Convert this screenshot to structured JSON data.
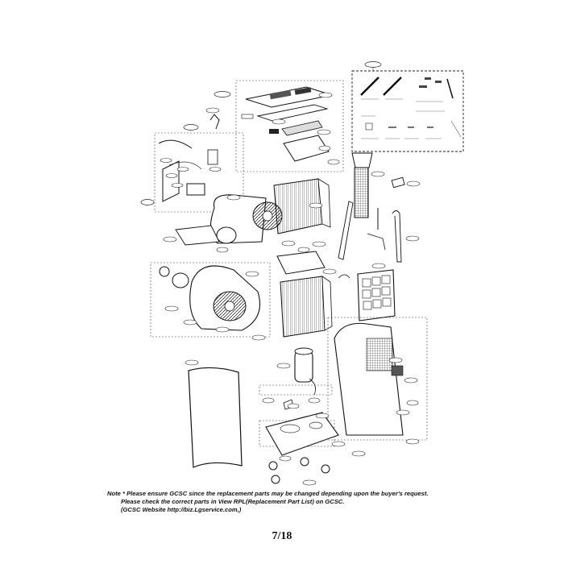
{
  "note": {
    "prefix": "Note",
    "line1": "* Please ensure GCSC since the replacement parts may be changed depending upon the buyer's request.",
    "line2": "Please check  the correct parts in View RPL(Replacement Part List) on GCSC.",
    "line3": "(GCSC Website  http://biz.Lgservice.com,)"
  },
  "page_number": "7/18"
}
